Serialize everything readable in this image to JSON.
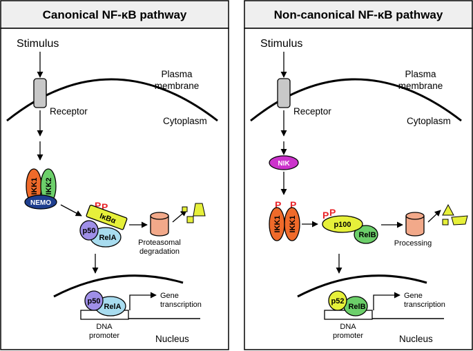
{
  "colors": {
    "ikk1": "#ef6a2a",
    "ikk2": "#6ccf6a",
    "nemo": "#1f3f8f",
    "ikba": "#e6f03a",
    "p50": "#9f8fe8",
    "rela": "#a8dcef",
    "proteasome": "#f2a98a",
    "fragment": "#e6f03a",
    "nik": "#cc33cc",
    "p100": "#e6f03a",
    "relb": "#6ccf6a",
    "p52": "#e6f03a",
    "phospho": "#e8242a",
    "receptor": "#c8c8c8",
    "header_bg": "#efefef"
  },
  "left": {
    "title": "Canonical NF-κB pathway",
    "stimulus": "Stimulus",
    "plasma_membrane_line1": "Plasma",
    "plasma_membrane_line2": "membrane",
    "receptor": "Receptor",
    "cytoplasm": "Cytoplasm",
    "ikk1": "IKK1",
    "ikk2": "IKK2",
    "nemo": "NEMO",
    "ikba": "IκBα",
    "p50": "p50",
    "rela": "RelA",
    "phospho": "P",
    "degradation_line1": "Proteasomal",
    "degradation_line2": "degradation",
    "nuc_p50": "p50",
    "nuc_rela": "RelA",
    "gene_line1": "Gene",
    "gene_line2": "transcription",
    "dna_line1": "DNA",
    "dna_line2": "promoter",
    "nucleus": "Nucleus"
  },
  "right": {
    "title": "Non-canonical NF-κB pathway",
    "stimulus": "Stimulus",
    "plasma_membrane_line1": "Plasma",
    "plasma_membrane_line2": "membrane",
    "receptor": "Receptor",
    "cytoplasm": "Cytoplasm",
    "nik": "NIK",
    "ikk1_a": "IKK1",
    "ikk1_b": "IKK1",
    "phospho": "P",
    "p100": "p100",
    "relb": "RelB",
    "processing": "Processing",
    "nuc_p52": "p52",
    "nuc_relb": "RelB",
    "gene_line1": "Gene",
    "gene_line2": "transcription",
    "dna_line1": "DNA",
    "dna_line2": "promoter",
    "nucleus": "Nucleus"
  }
}
